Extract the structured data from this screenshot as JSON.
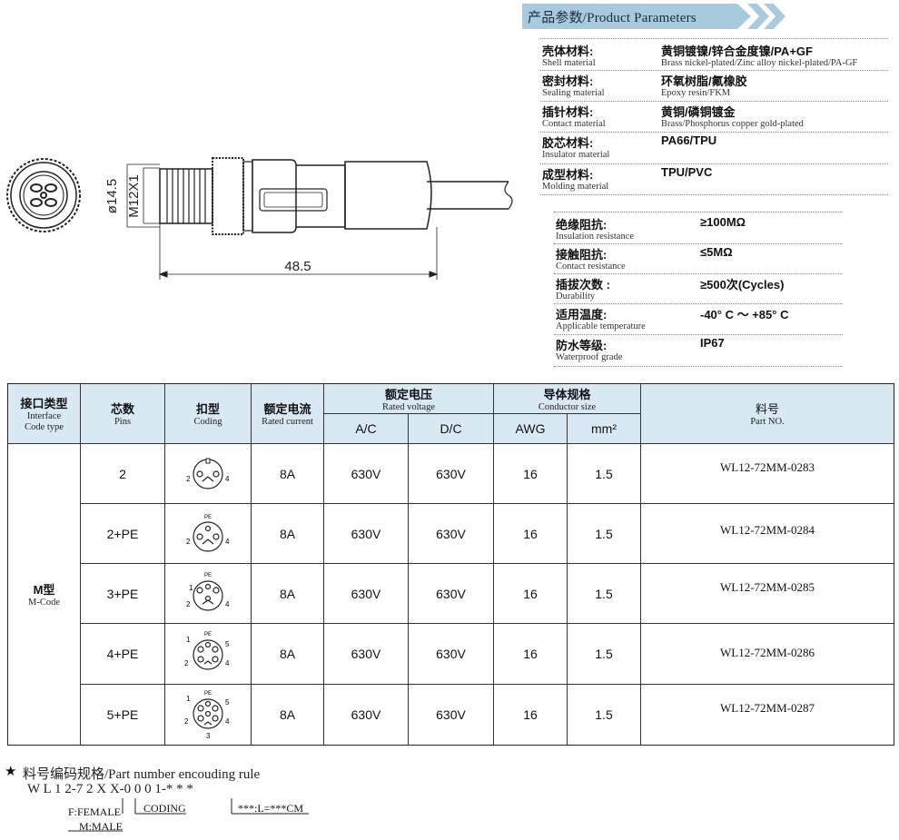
{
  "banner": {
    "title": "产品参数/Product Parameters"
  },
  "drawing": {
    "dim_diameter": "ø14.5",
    "dim_thread": "M12X1",
    "dim_length": "48.5"
  },
  "materials": [
    {
      "cn": "壳体材料:",
      "en": "Shell material",
      "vcn": "黄铜镀镍/锌合金度镍/PA+GF",
      "ven": "Brass nickel-plated/Zinc alloy nickel-plated/PA-GF"
    },
    {
      "cn": "密封材料:",
      "en": "Sealing material",
      "vcn": "环氧树脂/氟橡胶",
      "ven": "Epoxy resin/FKM"
    },
    {
      "cn": "插针材料:",
      "en": "Contact material",
      "vcn": "黄铜/磷铜镀金",
      "ven": "Brass/Phosphorus copper gold-plated"
    },
    {
      "cn": "胶芯材料:",
      "en": "Insulator material",
      "vcn": "PA66/TPU",
      "ven": ""
    },
    {
      "cn": "成型材料:",
      "en": "Molding material",
      "vcn": "TPU/PVC",
      "ven": ""
    }
  ],
  "specs": [
    {
      "cn": "绝缘阻抗:",
      "en": "Insulation resistance",
      "v": "≥100MΩ"
    },
    {
      "cn": "接触阻抗:",
      "en": "Contact resistance",
      "v": "≤5MΩ"
    },
    {
      "cn": "插拔次数 :",
      "en": "Durability",
      "v": "≥500次(Cycles)"
    },
    {
      "cn": "适用温度:",
      "en": "Applicable temperature",
      "v": "-40° C ～ +85° C"
    },
    {
      "cn": "防水等级:",
      "en": "Waterproof grade",
      "v": "IP67"
    }
  ],
  "table": {
    "headers": {
      "interface_cn": "接口类型",
      "interface_en1": "Interface",
      "interface_en2": "Code  type",
      "pins_cn": "芯数",
      "pins_en": "Pins",
      "coding_cn": "扣型",
      "coding_en": "Coding",
      "current_cn": "额定电流",
      "current_en": "Rated current",
      "voltage_cn": "额定电压",
      "voltage_en": "Rated voltage",
      "ac": "A/C",
      "dc": "D/C",
      "conductor_cn": "导体规格",
      "conductor_en": "Conductor size",
      "awg": "AWG",
      "mm2": "mm²",
      "part_cn": "料号",
      "part_en": "Part NO."
    },
    "code_cn": "M型",
    "code_en": "M-Code",
    "rows": [
      {
        "pins": "2",
        "current": "8A",
        "ac": "630V",
        "dc": "630V",
        "awg": "16",
        "mm2": "1.5",
        "part": "WL12-72MM-0283"
      },
      {
        "pins": "2+PE",
        "current": "8A",
        "ac": "630V",
        "dc": "630V",
        "awg": "16",
        "mm2": "1.5",
        "part": "WL12-72MM-0284"
      },
      {
        "pins": "3+PE",
        "current": "8A",
        "ac": "630V",
        "dc": "630V",
        "awg": "16",
        "mm2": "1.5",
        "part": "WL12-72MM-0285"
      },
      {
        "pins": "4+PE",
        "current": "8A",
        "ac": "630V",
        "dc": "630V",
        "awg": "16",
        "mm2": "1.5",
        "part": "WL12-72MM-0286"
      },
      {
        "pins": "5+PE",
        "current": "8A",
        "ac": "630V",
        "dc": "630V",
        "awg": "16",
        "mm2": "1.5",
        "part": "WL12-72MM-0287"
      }
    ],
    "pin_labels": {
      "pe": "PE",
      "p1": "1",
      "p2": "2",
      "p3": "3",
      "p4": "4",
      "p5": "5"
    }
  },
  "rule": {
    "title": "料号编码规格/Part number encouding rule",
    "code": "W L 1 2-7 2 X X-0 0 0 1-* * *",
    "female": "F:FEMALE",
    "male": "M:MALE",
    "coding": "CODING",
    "length": "***:L=***CM"
  }
}
